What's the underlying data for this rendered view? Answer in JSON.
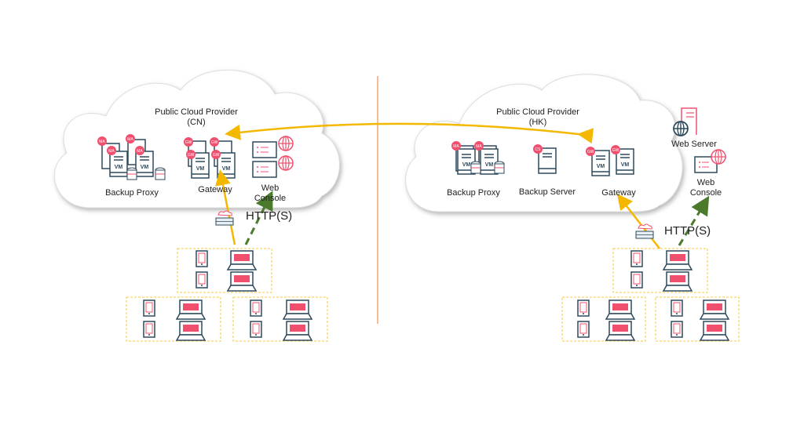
{
  "left": {
    "cloud_title": "Public Cloud Provider",
    "cloud_region": "(CN)",
    "components": [
      {
        "label": "Backup Proxy",
        "badge": "MA",
        "vm": "VM"
      },
      {
        "label": "Gateway",
        "badge": "GW",
        "vm": "VM"
      },
      {
        "label": "Web Console"
      }
    ],
    "protocol": "HTTP(S)"
  },
  "right": {
    "cloud_title": "Public Cloud Provider",
    "cloud_region": "(HK)",
    "components": [
      {
        "label": "Backup Proxy",
        "badge": "MA",
        "vm": "VM"
      },
      {
        "label": "Backup Server",
        "badge": "CS"
      },
      {
        "label": "Gateway",
        "badge": "GW",
        "vm": "VM"
      }
    ],
    "outside": [
      {
        "label": "Web Server"
      },
      {
        "label": "Web Console"
      }
    ],
    "protocol": "HTTP(S)"
  },
  "colors": {
    "accent": "#f0506e",
    "icon": "#2e4a5e",
    "arrow_yellow": "#f5b800",
    "arrow_green": "#4a7a2a",
    "divider": "#f5a66e",
    "group_border": "#f5c842"
  }
}
